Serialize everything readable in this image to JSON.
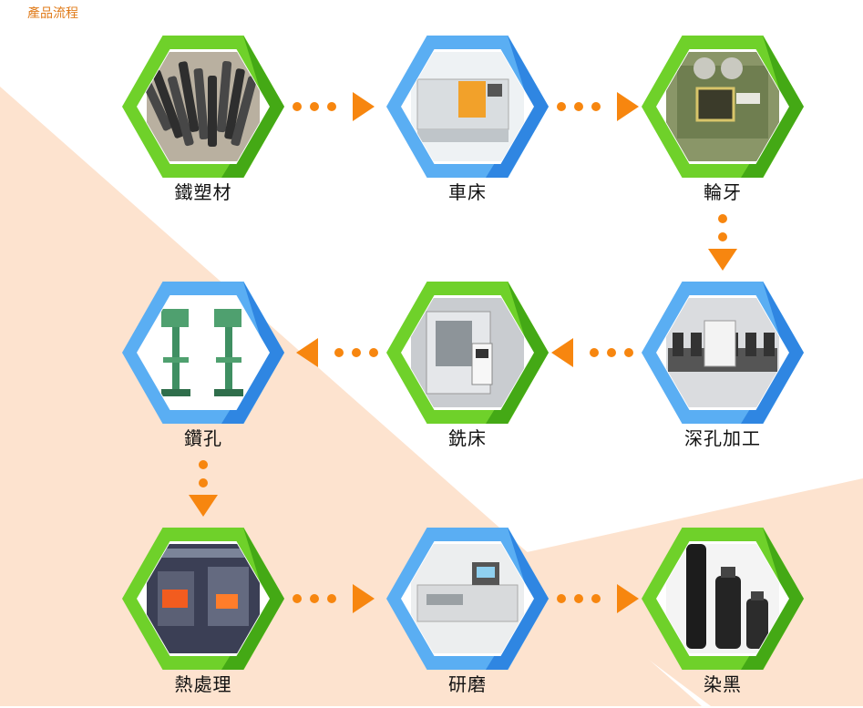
{
  "page_title": "產品流程",
  "colors": {
    "green": "#6fd12a",
    "green_dark": "#44a915",
    "blue": "#5aaef3",
    "blue_dark": "#2f86e2",
    "arrow": "#f7860f",
    "bg_peach": "#fde3cf"
  },
  "steps": [
    {
      "label": "鐵塑材",
      "color": "green",
      "photo": "steel-bars-icon"
    },
    {
      "label": "車床",
      "color": "blue",
      "photo": "lathe-machine-icon"
    },
    {
      "label": "輪牙",
      "color": "green",
      "photo": "thread-rolling-machine-icon"
    },
    {
      "label": "深孔加工",
      "color": "blue",
      "photo": "deep-hole-machine-icon"
    },
    {
      "label": "銑床",
      "color": "green",
      "photo": "milling-machine-icon"
    },
    {
      "label": "鑽孔",
      "color": "blue",
      "photo": "drill-press-icon"
    },
    {
      "label": "熱處理",
      "color": "green",
      "photo": "furnace-icon"
    },
    {
      "label": "研磨",
      "color": "blue",
      "photo": "grinding-machine-icon"
    },
    {
      "label": "染黑",
      "color": "green",
      "photo": "blackened-parts-icon"
    }
  ],
  "arrows": [
    {
      "from": 0,
      "to": 1,
      "direction": "right"
    },
    {
      "from": 1,
      "to": 2,
      "direction": "right"
    },
    {
      "from": 2,
      "to": 3,
      "direction": "down"
    },
    {
      "from": 3,
      "to": 4,
      "direction": "left"
    },
    {
      "from": 4,
      "to": 5,
      "direction": "left"
    },
    {
      "from": 5,
      "to": 6,
      "direction": "down"
    },
    {
      "from": 6,
      "to": 7,
      "direction": "right"
    },
    {
      "from": 7,
      "to": 8,
      "direction": "right"
    }
  ]
}
